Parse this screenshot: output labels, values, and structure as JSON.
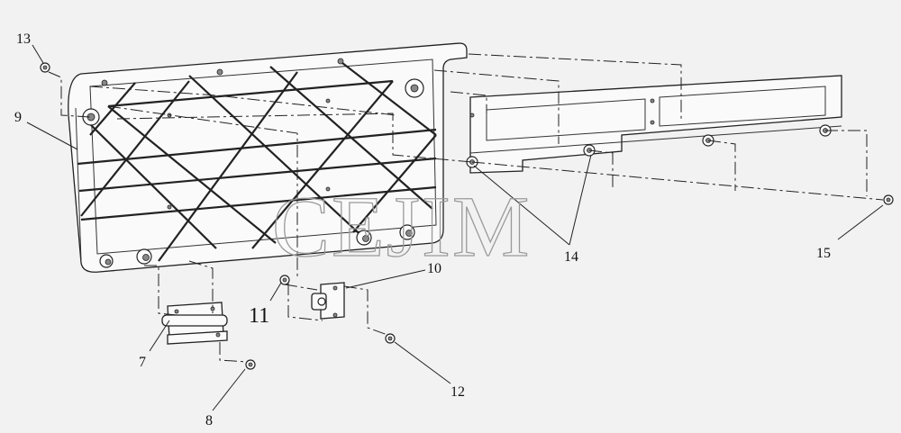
{
  "callouts": {
    "c7": "7",
    "c8": "8",
    "c9": "9",
    "c10": "10",
    "c11": "11",
    "c12": "12",
    "c13": "13",
    "c14": "14",
    "c15": "15"
  },
  "watermark": "CEJIM",
  "colors": {
    "background": "#f2f2f2",
    "line": "#222222",
    "watermark": "#9a9a9a"
  }
}
